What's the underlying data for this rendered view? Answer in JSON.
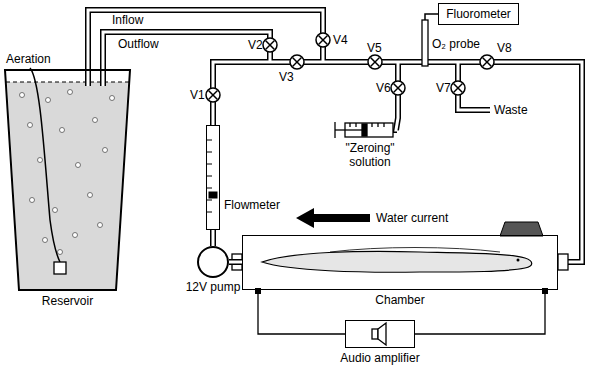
{
  "diagram": {
    "nodes": [
      {
        "text": [
          "Reservoir"
        ]
      },
      {
        "text": [
          "Fluorometer"
        ]
      },
      {
        "text": [
          "Flowmeter"
        ]
      },
      {
        "text": [
          "12V pump"
        ]
      },
      {
        "text": [
          "Chamber"
        ]
      },
      {
        "text": [
          "Audio amplifier"
        ]
      }
    ],
    "edges": [
      {
        "from": 3,
        "to": 2,
        "arrow": "none"
      },
      {
        "from": 4,
        "to": 3,
        "arrow": "none"
      },
      {
        "from": 4,
        "to": 5,
        "arrow": "none"
      }
    ],
    "labels": [
      "Inflow",
      "Outflow",
      "Aeration",
      "V1",
      "V2",
      "V3",
      "V4",
      "V5",
      "V6",
      "V7",
      "V8",
      "O₂ probe",
      "Waste",
      "\"Zeroing\" solution",
      "Water current"
    ]
  }
}
